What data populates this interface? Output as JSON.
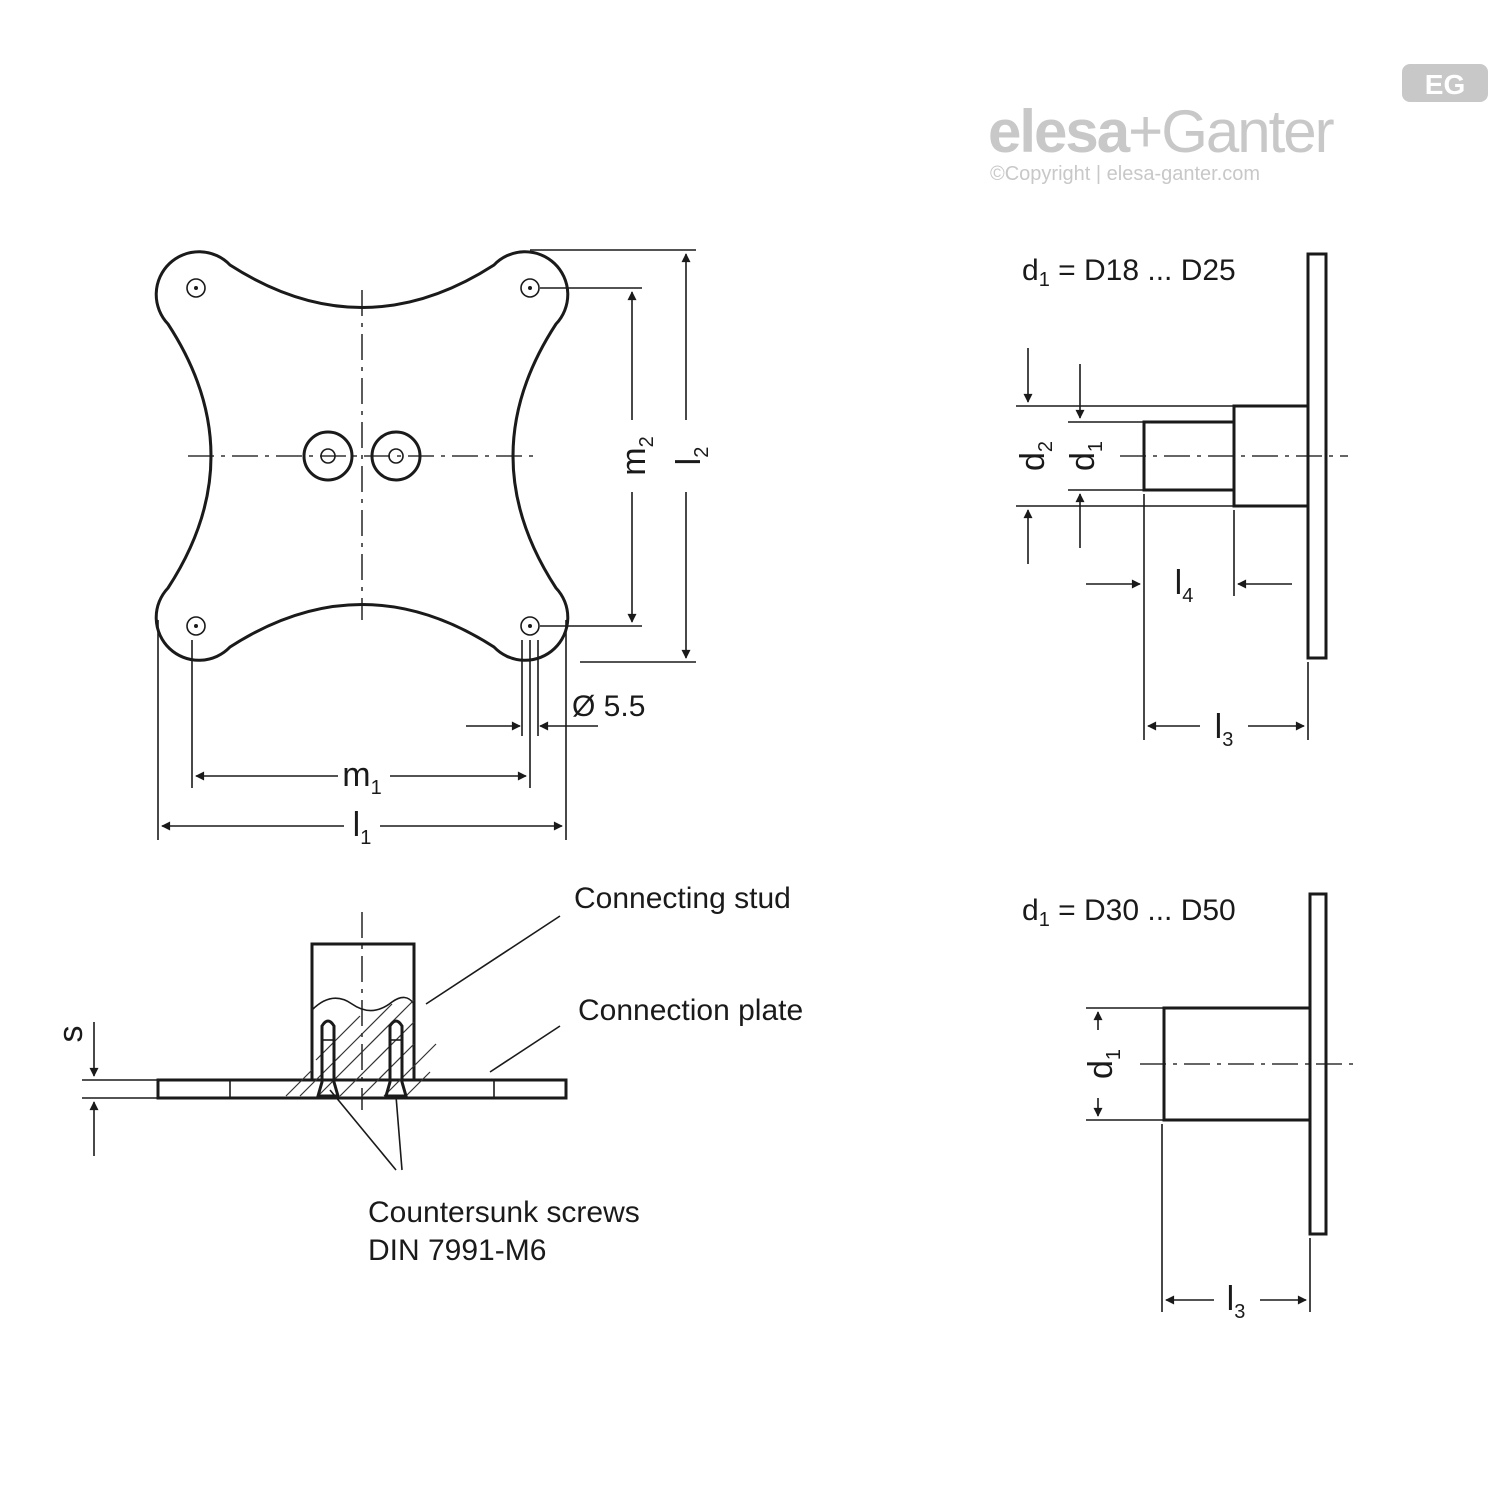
{
  "brand": {
    "name_part1": "elesa",
    "plus": "+",
    "name_part2": "Ganter",
    "copyright": "©Copyright | elesa-ganter.com",
    "badge": "EG",
    "logo_color": "#c8c8c8"
  },
  "top_view": {
    "m1": "m",
    "m1_sub": "1",
    "l1": "l",
    "l1_sub": "1",
    "m2": "m",
    "m2_sub": "2",
    "l2": "l",
    "l2_sub": "2",
    "hole": "Ø 5.5"
  },
  "side_small": {
    "title_var": "d",
    "title_sub": "1",
    "title_rest": " = D18 ... D25",
    "d2": "d",
    "d2_sub": "2",
    "d1": "d",
    "d1_sub": "1",
    "l4": "l",
    "l4_sub": "4",
    "l3": "l",
    "l3_sub": "3"
  },
  "side_large": {
    "title_var": "d",
    "title_sub": "1",
    "title_rest": " = D30 ... D50",
    "d1": "d",
    "d1_sub": "1",
    "l3": "l",
    "l3_sub": "3"
  },
  "section": {
    "s": "s",
    "connecting_stud": "Connecting stud",
    "connection_plate": "Connection plate",
    "screws_line1": "Countersunk screws",
    "screws_line2": "DIN 7991-M6"
  }
}
